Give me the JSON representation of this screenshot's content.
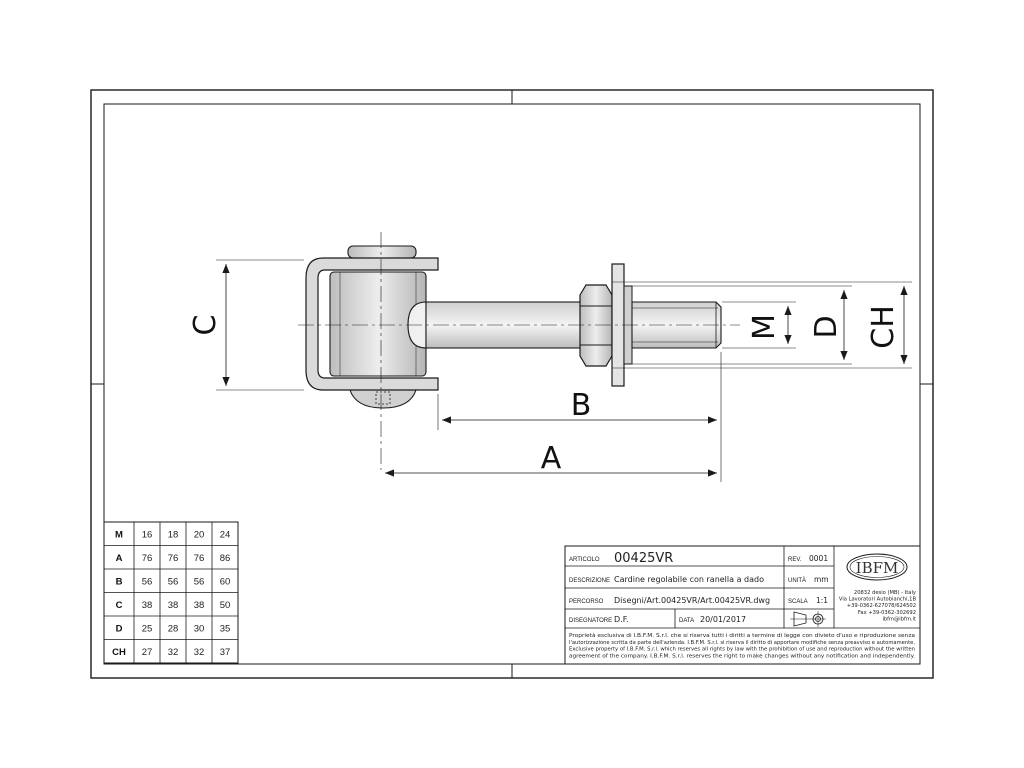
{
  "dimension_labels": {
    "A": "A",
    "B": "B",
    "C": "C",
    "D": "D",
    "M": "M",
    "CH": "CH"
  },
  "table": {
    "headers": [
      "M",
      "A",
      "B",
      "C",
      "D",
      "CH"
    ],
    "columns": [
      [
        "16",
        "76",
        "56",
        "38",
        "25",
        "27"
      ],
      [
        "18",
        "76",
        "56",
        "38",
        "28",
        "32"
      ],
      [
        "20",
        "76",
        "56",
        "38",
        "30",
        "32"
      ],
      [
        "24",
        "86",
        "60",
        "50",
        "35",
        "37"
      ]
    ]
  },
  "title_block": {
    "articolo_label": "ARTICOLO",
    "articolo_value": "00425VR",
    "rev_label": "REV.",
    "rev_value": "0001",
    "descrizione_label": "DESCRIZIONE",
    "descrizione_value": "Cardine regolabile con ranella a dado",
    "unita_label": "UNITÀ",
    "unita_value": "mm",
    "percorso_label": "PERCORSO",
    "percorso_value": "Disegni/Art.00425VR/Art.00425VR.dwg",
    "scala_label": "SCALA",
    "scala_value": "1:1",
    "disegnatore_label": "DISEGNATORE",
    "disegnatore_value": "D.F.",
    "data_label": "DATA",
    "data_value": "20/01/2017",
    "logo_text": "IBFM",
    "address_lines": [
      "20832 desio (MB) - Italy",
      "Via Lavoratori Autobianchi,1B",
      "+39-0362-627078/624502",
      "Fax +39-0362-302692",
      "ibfm@ibfm.it"
    ],
    "legal_lines": [
      "Proprietà esclusiva di I.B.F.M. S.r.l. che si riserva tutti i diritti a termine di legge con divieto d'uso e riproduzione senza",
      "l'autorizzazione scritta da parte dell'azienda. I.B.F.M. S.r.l. si riserva il diritto di apportare modifiche senza preavviso e automamente.",
      "Exclusive property of I.B.F.M. S.r.l. which reserves all rights by law with the prohibition of use and reproduction without the written",
      "agreement of the company. I.B.F.M. S.r.l. reserves the right to make changes without any notification and independently."
    ]
  },
  "colors": {
    "line": "#1a1a1a",
    "fill_light": "#d8d8d8",
    "fill_dark": "#a8a8a8",
    "paper": "#ffffff"
  }
}
